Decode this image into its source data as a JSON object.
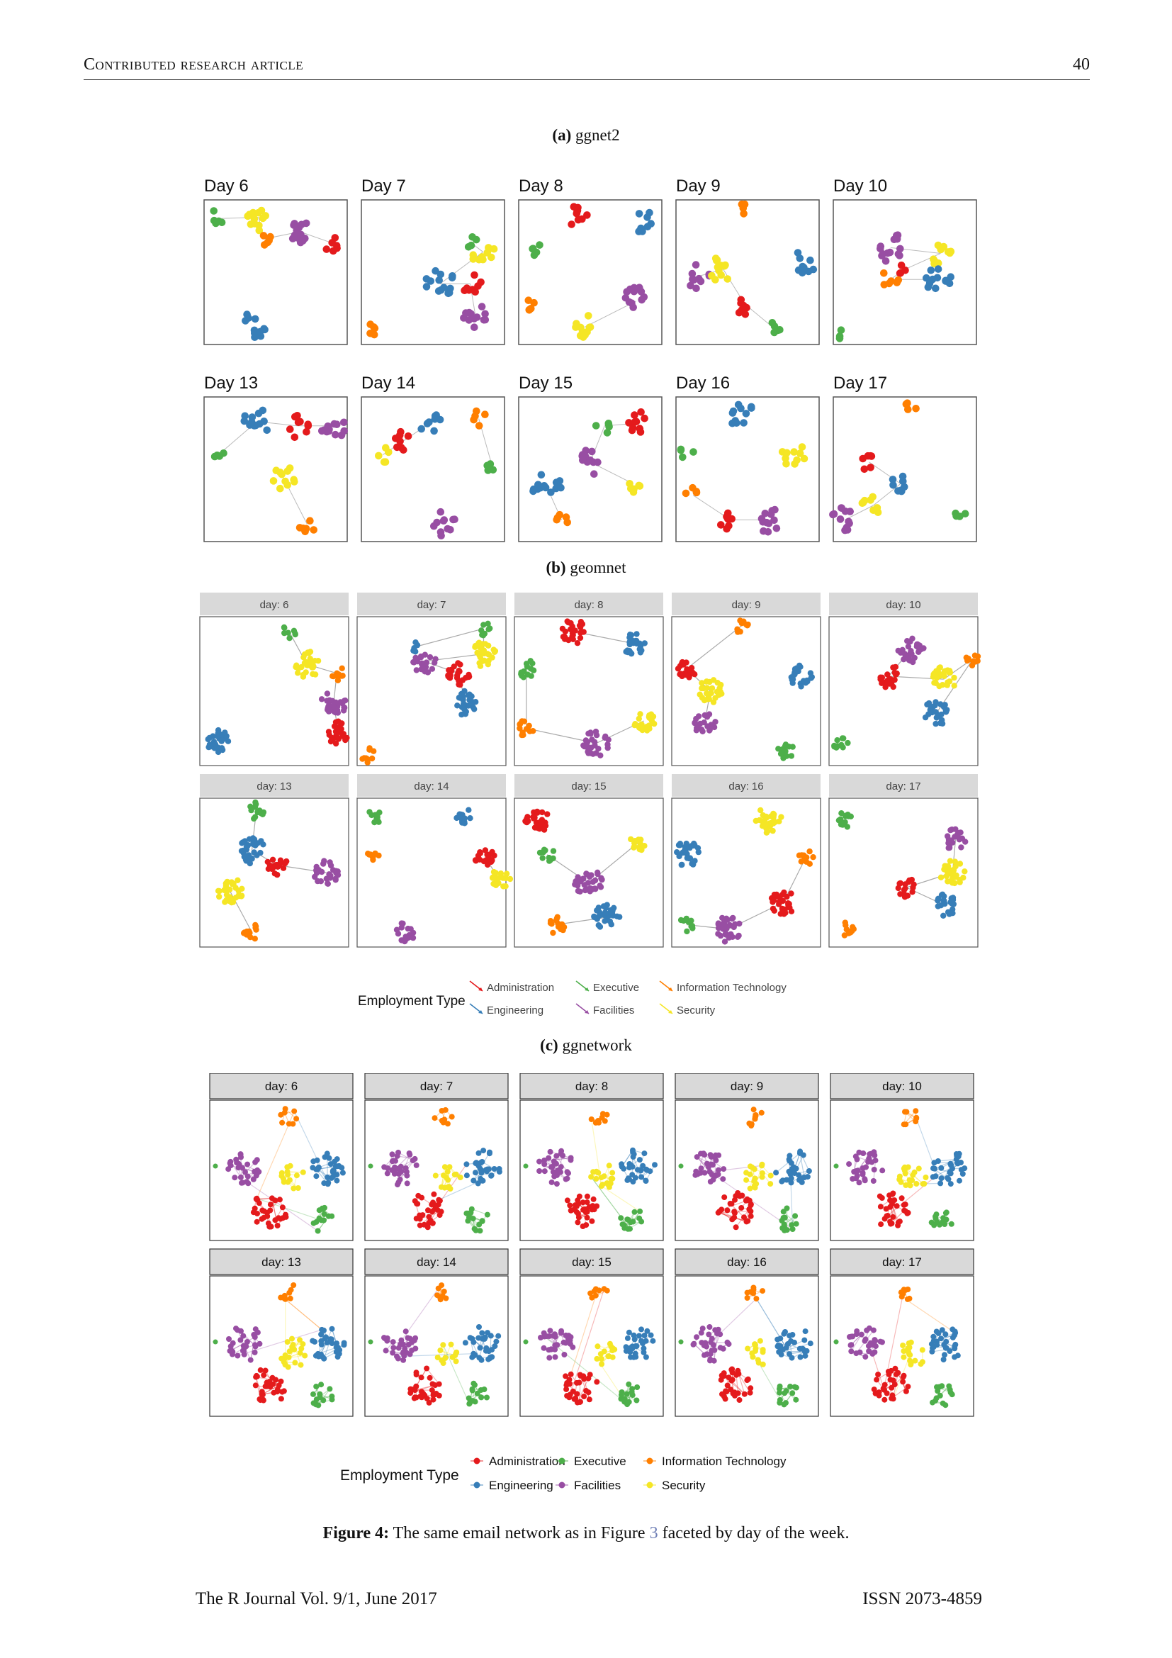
{
  "header": {
    "section": "Contributed research article",
    "page_number": "40"
  },
  "subfigures": [
    {
      "label": "(a)",
      "name": "ggnet2"
    },
    {
      "label": "(b)",
      "name": "geomnet"
    },
    {
      "label": "(c)",
      "name": "ggnetwork"
    }
  ],
  "ggnet2_panels": [
    "Day 6",
    "Day 7",
    "Day 8",
    "Day 9",
    "Day 10",
    "Day 13",
    "Day 14",
    "Day 15",
    "Day 16",
    "Day 17"
  ],
  "facet_panels": [
    "day: 6",
    "day: 7",
    "day: 8",
    "day: 9",
    "day: 10",
    "day: 13",
    "day: 14",
    "day: 15",
    "day: 16",
    "day: 17"
  ],
  "legend": {
    "title": "Employment Type",
    "items": [
      "Administration",
      "Executive",
      "Information Technology",
      "Engineering",
      "Facilities",
      "Security"
    ]
  },
  "colors": {
    "Administration": "#e41a1c",
    "Engineering": "#377eb8",
    "Executive": "#4daf4a",
    "Facilities": "#984ea3",
    "Information Technology": "#ff7f00",
    "Security": "#f5e625"
  },
  "figure_caption": {
    "label": "Figure 4:",
    "text_before": "The same email network as in Figure",
    "ref": "3",
    "text_after": "faceted by day of the week."
  },
  "footer": {
    "journal": "The R Journal Vol. 9/1, June 2017",
    "issn": "ISSN 2073-4859"
  }
}
